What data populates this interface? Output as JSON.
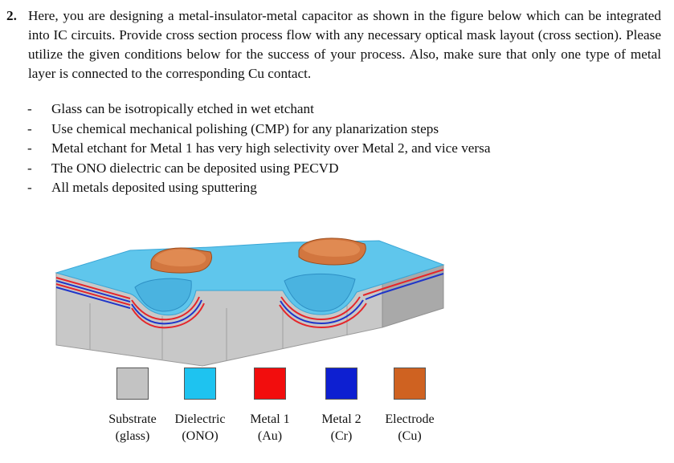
{
  "question": {
    "number": "2.",
    "text": "Here, you are designing a metal-insulator-metal capacitor as shown in the figure below which can be integrated into IC circuits. Provide cross section process flow with any necessary optical mask layout (cross section). Please utilize the given conditions below for the success of your process. Also, make sure that only one type of metal layer is connected to the corresponding Cu contact."
  },
  "conditions": [
    {
      "dash": "-",
      "text": "Glass can be isotropically etched in wet etchant"
    },
    {
      "dash": "-",
      "text": "Use chemical mechanical polishing (CMP) for any planarization steps"
    },
    {
      "dash": "-",
      "text": "Metal etchant for Metal 1 has very high selectivity over Metal 2, and vice versa"
    },
    {
      "dash": "-",
      "text": "The ONO dielectric can be deposited using PECVD"
    },
    {
      "dash": "-",
      "text": "All metals deposited using sputtering"
    }
  ],
  "legend": [
    {
      "name": "Substrate",
      "material": "(glass)",
      "color": "#c3c3c3"
    },
    {
      "name": "Dielectric",
      "material": "(ONO)",
      "color": "#1ec3f0"
    },
    {
      "name": "Metal 1",
      "material": "(Au)",
      "color": "#f20d0d"
    },
    {
      "name": "Metal 2",
      "material": "(Cr)",
      "color": "#0d1fd1"
    },
    {
      "name": "Electrode",
      "material": "(Cu)",
      "color": "#cf6221"
    }
  ],
  "figure_colors": {
    "substrate_front": "#c8c8c8",
    "substrate_side": "#a9a9a9",
    "dielectric_top": "#5fc6ec",
    "metal1": "#e5262a",
    "metal2": "#1f35c9",
    "electrode": "#d2763f"
  }
}
